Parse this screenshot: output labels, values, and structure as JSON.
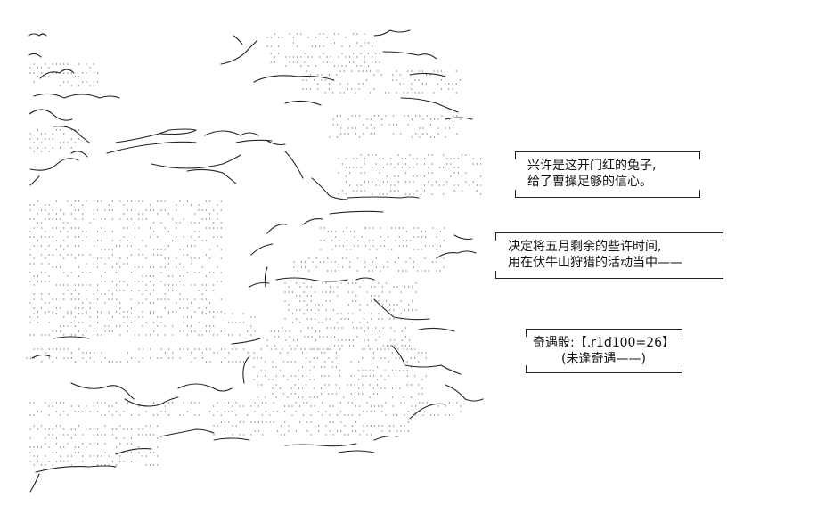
{
  "captions": {
    "box1": {
      "line1": "兴许是这开门红的兔子,",
      "line2": "给了曹操足够的信心。"
    },
    "box2": {
      "line1": "决定将五月剩余的些许时间,",
      "line2": "用在伏牛山狩猎的活动当中——"
    },
    "box3": {
      "line1": "奇遇骰:【.r1d100=26】",
      "line2": "(未逢奇遇——)"
    }
  },
  "art": {
    "stroke_color": "#222222",
    "dot_color": "#555555"
  }
}
